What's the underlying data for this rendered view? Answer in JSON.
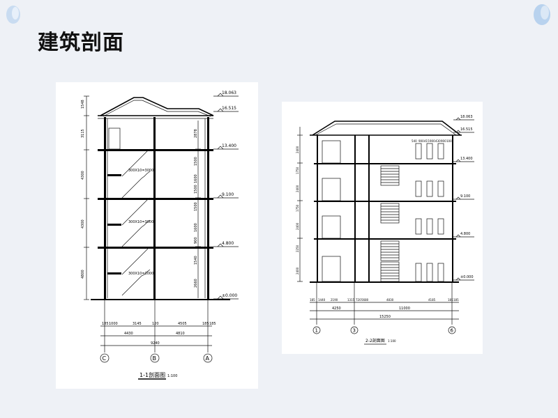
{
  "slide": {
    "title": "建筑剖面",
    "deco_color": "#bcd4ee"
  },
  "section1": {
    "caption": "1-1剖面图",
    "scale": "1:100",
    "elevations": [
      "18.063",
      "16.515",
      "13.400",
      "9.100",
      "4.800",
      "±0.000"
    ],
    "left_dims": [
      "1548",
      "3115",
      "4300",
      "4300",
      "4800"
    ],
    "right_dims": [
      "2878",
      "1500",
      "1600",
      "1500",
      "1600",
      "1500",
      "900",
      "1540",
      "2660"
    ],
    "stair_runs": [
      "300X10=3000",
      "300X10=3000",
      "300X10=3000"
    ],
    "axis_bottom": [
      "185",
      "1000",
      "3145",
      "120",
      "4505",
      "185",
      "185"
    ],
    "axis_mid": [
      "4430",
      "4810"
    ],
    "axis_total": "9240",
    "axes": [
      "C",
      "B",
      "A"
    ]
  },
  "section2": {
    "caption": "2-2剖面图",
    "scale": "1:100",
    "elevations": [
      "18.063",
      "16.515",
      "13.400",
      "9.100",
      "4.800",
      "±0.000"
    ],
    "left_dims": [
      "2400",
      "1750",
      "2400",
      "1750",
      "2400",
      "2250",
      "2400"
    ],
    "window_dims": [
      "540",
      "900",
      "415",
      "900",
      "430",
      "900",
      "100"
    ],
    "bottom_dims": [
      "185",
      "1440",
      "2190",
      "1315",
      "720",
      "5680",
      "4830",
      "4185",
      "185",
      "185"
    ],
    "mid_dims": [
      "4250",
      "11000"
    ],
    "total_dim": "15250",
    "axes": [
      "1",
      "3",
      "6"
    ]
  }
}
